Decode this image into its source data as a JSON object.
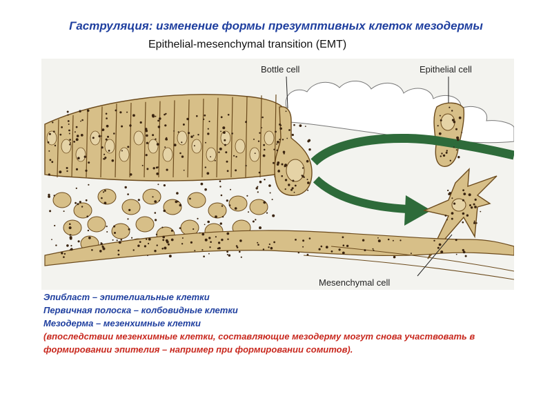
{
  "header": {
    "title": "Гаструляция: изменение формы презумптивных клеток мезодермы",
    "subtitle": "Epithelial-mesenchymal transition (EMT)"
  },
  "figure": {
    "labels": {
      "bottle_cell": "Bottle cell",
      "epithelial_cell": "Epithelial cell",
      "mesenchymal_cell": "Mesenchymal cell"
    },
    "colors": {
      "cell_fill": "#d7bf88",
      "cell_stroke": "#6b4a1c",
      "arrow": "#2e6b3a",
      "granule": "#3a2410"
    }
  },
  "caption": {
    "line1": "Эпибласт – эпителиальные клетки",
    "line2": "Первичная полоска – колбовидные клетки",
    "line3": "Мезодерма – мезенхимные клетки",
    "note": "(впоследствии мезенхимные клетки, составляющие мезодерму могут снова участвовать в формировании эпителия – например при формировании сомитов)."
  }
}
